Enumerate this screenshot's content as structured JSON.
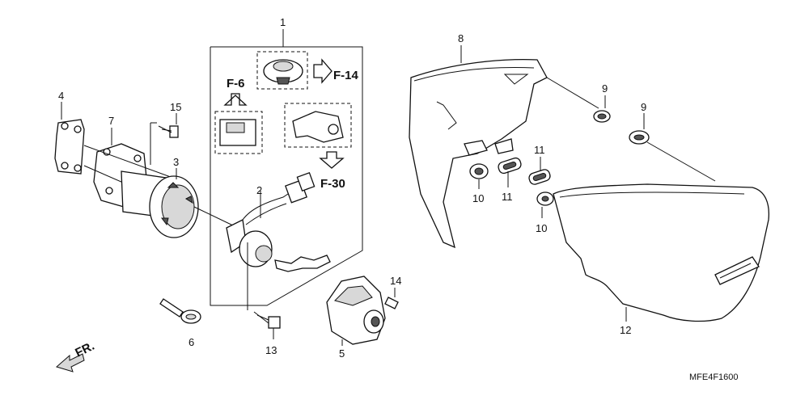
{
  "part_numbers": {
    "p1": "1",
    "p2": "2",
    "p3": "3",
    "p4": "4",
    "p5": "5",
    "p6": "6",
    "p7": "7",
    "p8": "8",
    "p9a": "9",
    "p9b": "9",
    "p10a": "10",
    "p10b": "10",
    "p11a": "11",
    "p11b": "11",
    "p12": "12",
    "p13": "13",
    "p14": "14",
    "p15": "15"
  },
  "references": {
    "f6": "F-6",
    "f14": "F-14",
    "f30": "F-30"
  },
  "direction_label": "FR.",
  "diagram_code": "MFE4F1600"
}
